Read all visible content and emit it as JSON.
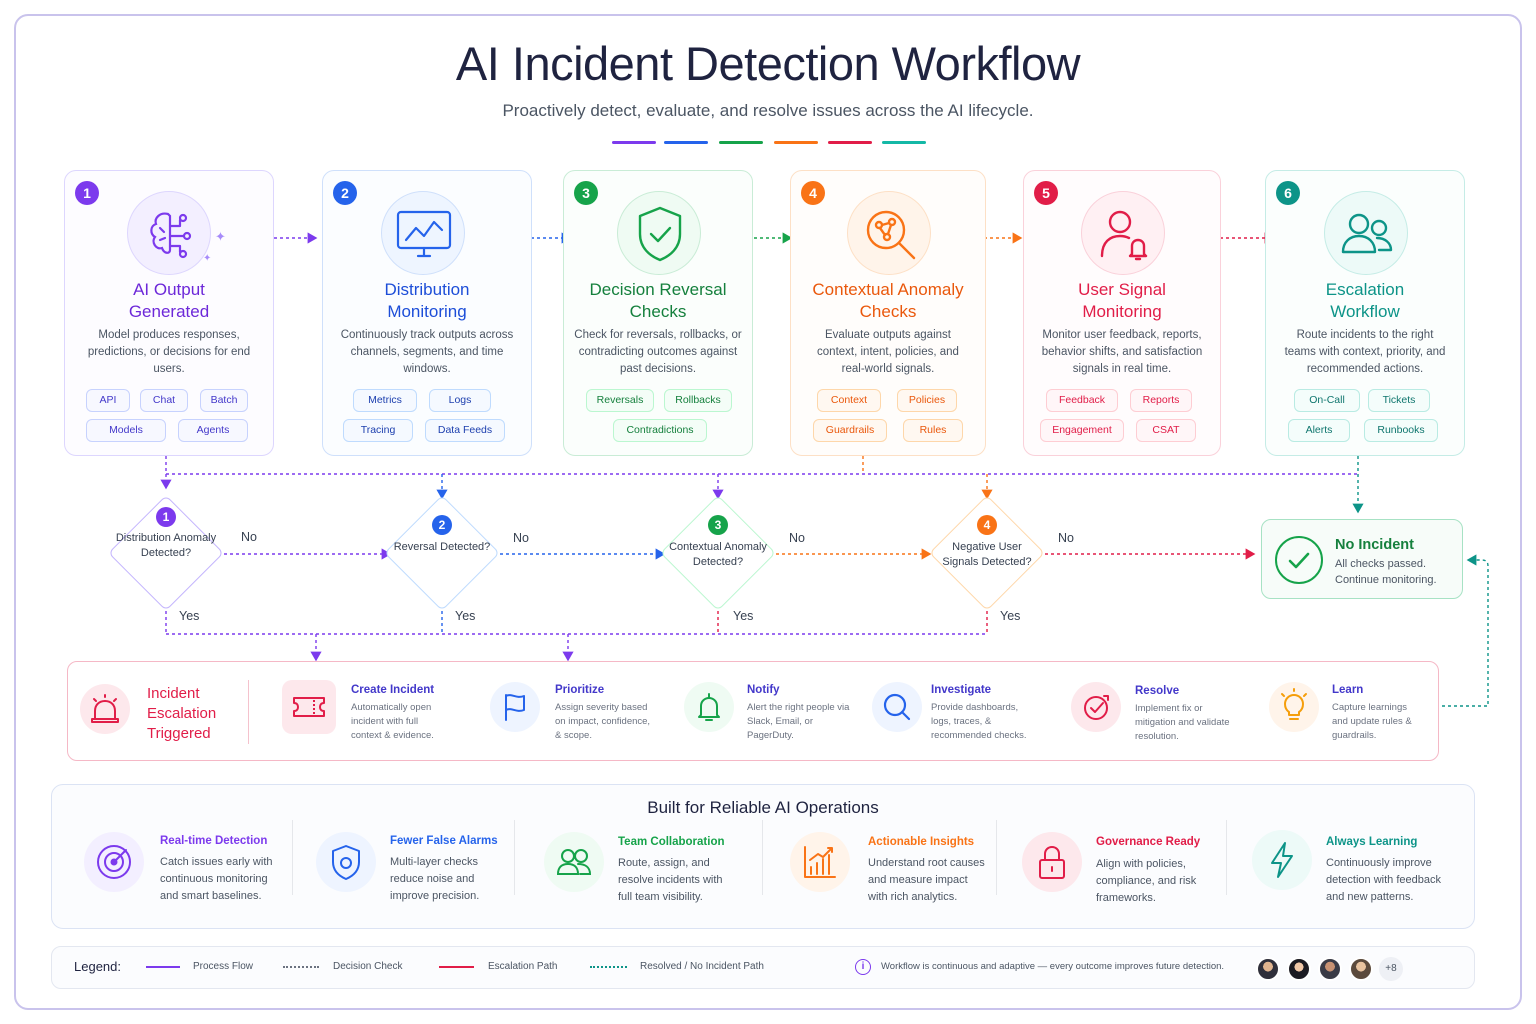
{
  "header": {
    "title": "AI Incident Detection Workflow",
    "subtitle": "Proactively detect, evaluate, and resolve issues across the AI lifecycle."
  },
  "colors": {
    "purple": "#7c3aed",
    "blue": "#2563eb",
    "green": "#16a34a",
    "orange": "#f97316",
    "pink": "#e11d48",
    "teal": "#0d9488"
  },
  "stages": [
    {
      "number": "1",
      "title_line1": "AI Output",
      "title_line2": "Generated",
      "desc": "Model produces responses, predictions, or decisions for end users.",
      "icon": "brain-icon",
      "tags": [
        "API",
        "Chat",
        "Batch",
        "Models",
        "Agents"
      ]
    },
    {
      "number": "2",
      "title_line1": "Distribution",
      "title_line2": "Monitoring",
      "desc": "Continuously track outputs across channels, segments, and time windows.",
      "icon": "monitor-chart-icon",
      "tags": [
        "Metrics",
        "Logs",
        "Tracing",
        "Data Feeds"
      ]
    },
    {
      "number": "3",
      "title_line1": "Decision Reversal",
      "title_line2": "Checks",
      "desc": "Check for reversals, rollbacks, or contradicting outcomes against past decisions.",
      "icon": "shield-check-icon",
      "tags": [
        "Reversals",
        "Rollbacks",
        "Contradictions"
      ]
    },
    {
      "number": "4",
      "title_line1": "Contextual Anomaly",
      "title_line2": "Checks",
      "desc": "Evaluate outputs against context, intent, policies, and real-world signals.",
      "icon": "magnifier-network-icon",
      "tags": [
        "Context",
        "Policies",
        "Guardrails",
        "Rules"
      ]
    },
    {
      "number": "5",
      "title_line1": "User Signal",
      "title_line2": "Monitoring",
      "desc": "Monitor user feedback, reports, behavior shifts, and satisfaction signals in real time.",
      "icon": "user-bell-icon",
      "tags": [
        "Feedback",
        "Reports",
        "Engagement",
        "CSAT"
      ]
    },
    {
      "number": "6",
      "title_line1": "Escalation",
      "title_line2": "Workflow",
      "desc": "Route incidents to the right teams with context, priority, and recommended actions.",
      "icon": "team-icon",
      "tags": [
        "On-Call",
        "Tickets",
        "Alerts",
        "Runbooks"
      ]
    }
  ],
  "decisions": [
    {
      "number": "1",
      "text": "Distribution Anomaly Detected?",
      "no": "No",
      "yes": "Yes"
    },
    {
      "number": "2",
      "text": "Reversal Detected?",
      "no": "No",
      "yes": "Yes"
    },
    {
      "number": "3",
      "text": "Contextual Anomaly Detected?",
      "no": "No",
      "yes": "Yes"
    },
    {
      "number": "4",
      "text": "Negative User Signals Detected?",
      "no": "No",
      "yes": "Yes"
    }
  ],
  "no_incident": {
    "title": "No Incident",
    "line1": "All checks passed.",
    "line2": "Continue monitoring."
  },
  "escalation": {
    "title_line1": "Incident",
    "title_line2": "Escalation",
    "title_line3": "Triggered",
    "steps": [
      {
        "title": "Create Incident",
        "desc": "Automatically open incident with full context & evidence.",
        "icon": "ticket-icon"
      },
      {
        "title": "Prioritize",
        "desc": "Assign severity based on impact, confidence, & scope.",
        "icon": "flag-icon"
      },
      {
        "title": "Notify",
        "desc": "Alert the right people via Slack, Email, or PagerDuty.",
        "icon": "bell-icon"
      },
      {
        "title": "Investigate",
        "desc": "Provide dashboards, logs, traces, & recommended checks.",
        "icon": "search-icon"
      },
      {
        "title": "Resolve",
        "desc": "Implement fix or mitigation and validate resolution.",
        "icon": "target-check-icon"
      },
      {
        "title": "Learn",
        "desc": "Capture learnings and update rules & guardrails.",
        "icon": "lightbulb-icon"
      }
    ]
  },
  "features": {
    "title": "Built for Reliable AI Operations",
    "items": [
      {
        "title": "Real-time Detection",
        "desc": "Catch issues early with continuous monitoring and smart baselines.",
        "icon": "radar-icon"
      },
      {
        "title": "Fewer False Alarms",
        "desc": "Multi-layer checks reduce noise and improve precision.",
        "icon": "shield-icon"
      },
      {
        "title": "Team Collaboration",
        "desc": "Route, assign, and resolve incidents with full team visibility.",
        "icon": "people-icon"
      },
      {
        "title": "Actionable Insights",
        "desc": "Understand root causes and measure impact with rich analytics.",
        "icon": "bar-chart-icon"
      },
      {
        "title": "Governance Ready",
        "desc": "Align with policies, compliance, and risk frameworks.",
        "icon": "lock-icon"
      },
      {
        "title": "Always Learning",
        "desc": "Continuously improve detection with feedback and new patterns.",
        "icon": "lightning-icon"
      }
    ]
  },
  "legend": {
    "label": "Legend:",
    "items": [
      "Process Flow",
      "Decision Check",
      "Escalation Path",
      "Resolved / No Incident Path"
    ],
    "note": "Workflow is continuous and adaptive — every outcome improves future detection.",
    "more": "+8"
  }
}
